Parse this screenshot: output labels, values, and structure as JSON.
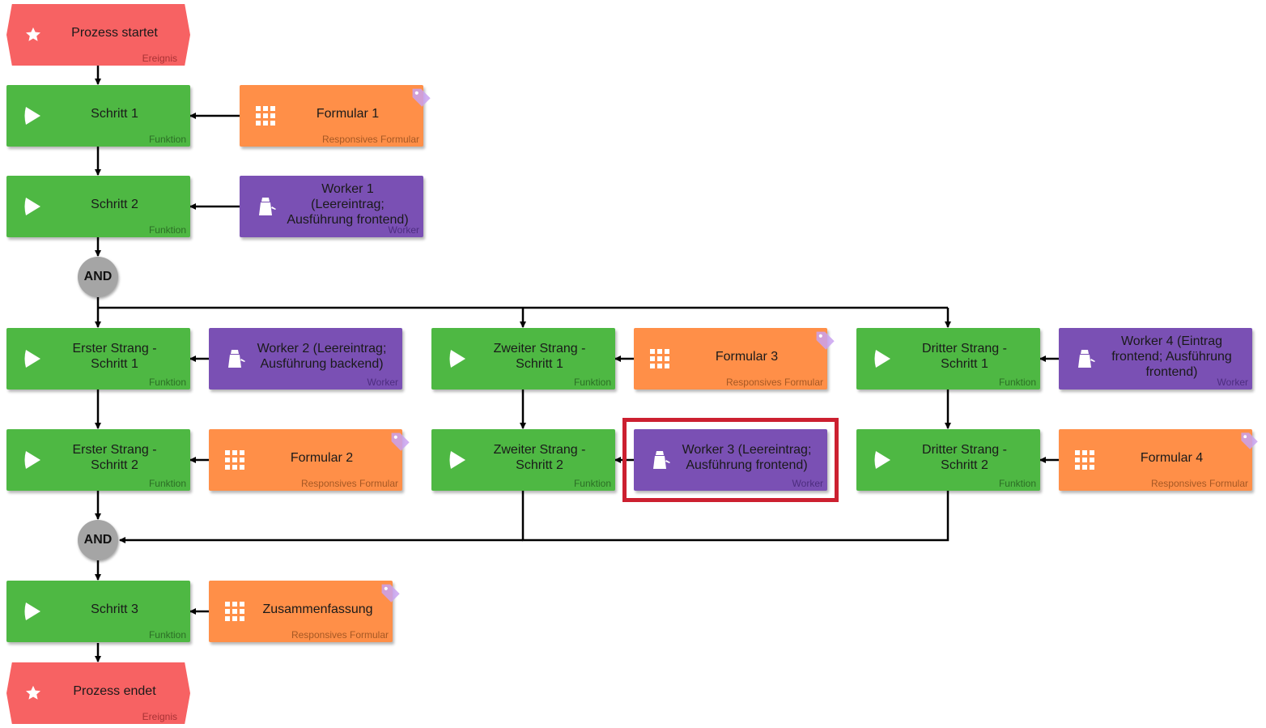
{
  "nodes": {
    "start": {
      "label": "Prozess startet",
      "type": "Ereignis"
    },
    "s1": {
      "label": "Schritt 1",
      "type": "Funktion"
    },
    "f1": {
      "label": "Formular 1",
      "type": "Responsives Formular"
    },
    "s2": {
      "label": "Schritt 2",
      "type": "Funktion"
    },
    "w1": {
      "label": "Worker 1 (Leereintrag; Ausführung frontend)",
      "type": "Worker"
    },
    "e1": {
      "label": "Erster Strang - Schritt 1",
      "type": "Funktion"
    },
    "w2": {
      "label": "Worker 2 (Leereintrag; Ausführung backend)",
      "type": "Worker"
    },
    "z1": {
      "label": "Zweiter Strang - Schritt 1",
      "type": "Funktion"
    },
    "f3": {
      "label": "Formular 3",
      "type": "Responsives Formular"
    },
    "d1": {
      "label": "Dritter Strang - Schritt 1",
      "type": "Funktion"
    },
    "w4": {
      "label": "Worker 4 (Eintrag frontend; Ausführung frontend)",
      "type": "Worker"
    },
    "e2": {
      "label": "Erster Strang - Schritt 2",
      "type": "Funktion"
    },
    "f2": {
      "label": "Formular 2",
      "type": "Responsives Formular"
    },
    "z2": {
      "label": "Zweiter Strang - Schritt 2",
      "type": "Funktion"
    },
    "w3": {
      "label": "Worker 3 (Leereintrag; Ausführung frontend)",
      "type": "Worker"
    },
    "d2": {
      "label": "Dritter Strang - Schritt 2",
      "type": "Funktion"
    },
    "f4": {
      "label": "Formular 4",
      "type": "Responsives Formular"
    },
    "s3": {
      "label": "Schritt 3",
      "type": "Funktion"
    },
    "zf": {
      "label": "Zusammenfassung",
      "type": "Responsives Formular"
    },
    "end": {
      "label": "Prozess endet",
      "type": "Ereignis"
    }
  },
  "gateways": {
    "split": {
      "label": "AND"
    },
    "join": {
      "label": "AND"
    }
  },
  "highlighted_node": "w3",
  "colors": {
    "funktion": "#4eb843",
    "formular": "#ff8f48",
    "worker": "#7a50b4",
    "ereignis": "#f76263",
    "gateway": "#a5a5a5",
    "highlight": "#cc2030",
    "form_tag": "#c9a2f0"
  },
  "icons": {
    "funktion": "play-icon",
    "formular": "grid-icon",
    "worker": "worker-icon",
    "ereignis": "star-icon",
    "formular_tag": "tag-icon"
  }
}
